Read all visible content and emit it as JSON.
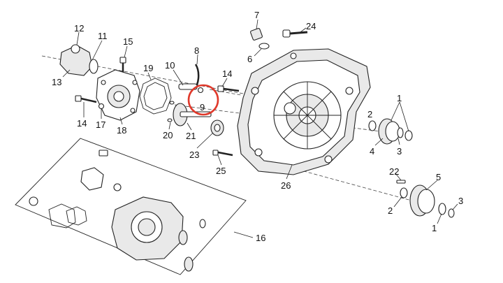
{
  "diagram": {
    "highlight_color": "#e0392b",
    "callouts": {
      "c1": "1",
      "c2": "2",
      "c3": "3",
      "c4": "4",
      "c5": "5",
      "c6": "6",
      "c7": "7",
      "c8": "8",
      "c9": "9",
      "c10": "10",
      "c11": "11",
      "c12": "12",
      "c13": "13",
      "c14a": "14",
      "c14b": "14",
      "c15": "15",
      "c16": "16",
      "c17": "17",
      "c18": "18",
      "c19": "19",
      "c20": "20",
      "c21": "21",
      "c22": "22",
      "c23": "23",
      "c24": "24",
      "c25": "25",
      "c26": "26",
      "c1b": "1",
      "c2b": "2",
      "c3b": "3"
    }
  }
}
